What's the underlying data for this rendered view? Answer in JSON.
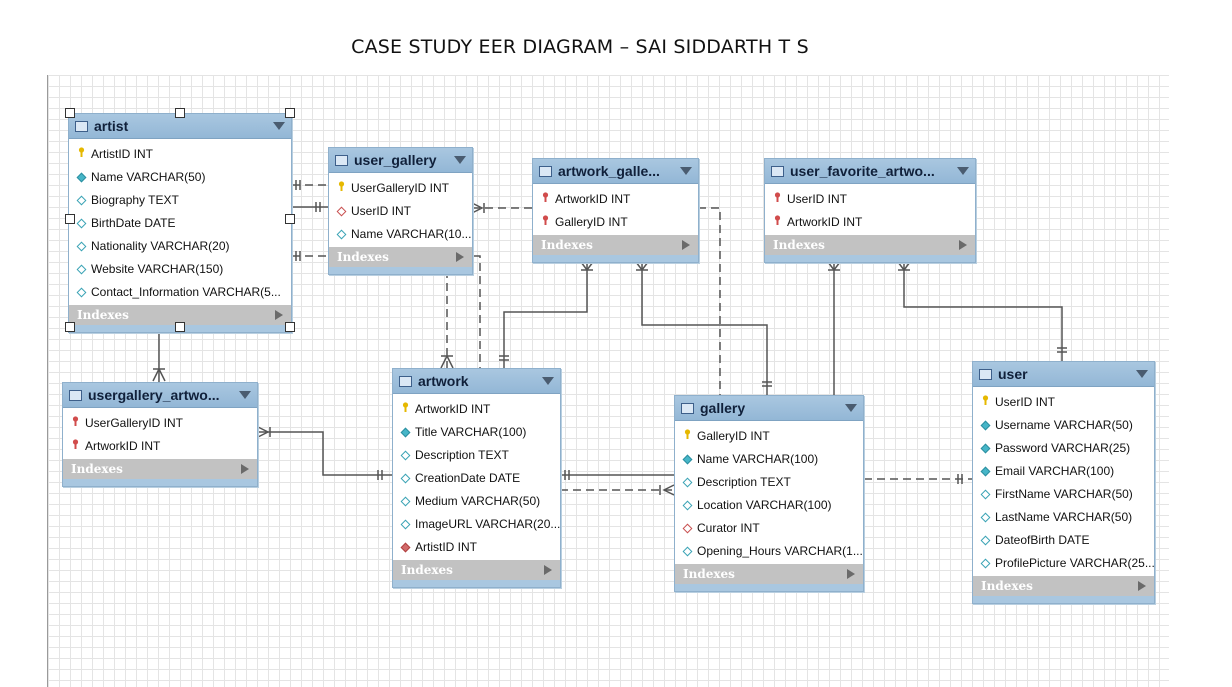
{
  "title": "CASE STUDY EER DIAGRAM – SAI SIDDARTH T S",
  "colors": {
    "header": "#9cc0dc",
    "indexes": "#c2c2c2",
    "line": "#555555"
  },
  "index_label": "Indexes",
  "tables": {
    "artist": {
      "name": "artist",
      "columns": [
        {
          "text": "ArtistID INT",
          "key": "pk"
        },
        {
          "text": "Name VARCHAR(50)",
          "key": "filled"
        },
        {
          "text": "Biography TEXT",
          "key": "empty"
        },
        {
          "text": "BirthDate DATE",
          "key": "empty"
        },
        {
          "text": "Nationality VARCHAR(20)",
          "key": "empty"
        },
        {
          "text": "Website VARCHAR(150)",
          "key": "empty"
        },
        {
          "text": "Contact_Information VARCHAR(5...",
          "key": "empty"
        }
      ]
    },
    "user_gallery": {
      "name": "user_gallery",
      "columns": [
        {
          "text": "UserGalleryID INT",
          "key": "pk"
        },
        {
          "text": "UserID INT",
          "key": "fk"
        },
        {
          "text": "Name VARCHAR(10...",
          "key": "empty"
        }
      ]
    },
    "artwork_gallery": {
      "name": "artwork_galle...",
      "columns": [
        {
          "text": "ArtworkID INT",
          "key": "pkfk"
        },
        {
          "text": "GalleryID INT",
          "key": "pkfk"
        }
      ]
    },
    "user_favorite_artwork": {
      "name": "user_favorite_artwo...",
      "columns": [
        {
          "text": "UserID INT",
          "key": "pkfk"
        },
        {
          "text": "ArtworkID INT",
          "key": "pkfk"
        }
      ]
    },
    "usergallery_artwork": {
      "name": "usergallery_artwo...",
      "columns": [
        {
          "text": "UserGalleryID INT",
          "key": "pkfk"
        },
        {
          "text": "ArtworkID INT",
          "key": "pkfk"
        }
      ]
    },
    "artwork": {
      "name": "artwork",
      "columns": [
        {
          "text": "ArtworkID INT",
          "key": "pk"
        },
        {
          "text": "Title VARCHAR(100)",
          "key": "filled"
        },
        {
          "text": "Description TEXT",
          "key": "empty"
        },
        {
          "text": "CreationDate DATE",
          "key": "empty"
        },
        {
          "text": "Medium VARCHAR(50)",
          "key": "empty"
        },
        {
          "text": "ImageURL VARCHAR(20...",
          "key": "empty"
        },
        {
          "text": "ArtistID INT",
          "key": "fkfill"
        }
      ]
    },
    "gallery": {
      "name": "gallery",
      "columns": [
        {
          "text": "GalleryID INT",
          "key": "pk"
        },
        {
          "text": "Name VARCHAR(100)",
          "key": "filled"
        },
        {
          "text": "Description TEXT",
          "key": "empty"
        },
        {
          "text": "Location VARCHAR(100)",
          "key": "empty"
        },
        {
          "text": "Curator INT",
          "key": "fk"
        },
        {
          "text": "Opening_Hours VARCHAR(1...",
          "key": "empty"
        }
      ]
    },
    "user": {
      "name": "user",
      "columns": [
        {
          "text": "UserID INT",
          "key": "pk"
        },
        {
          "text": "Username VARCHAR(50)",
          "key": "filled"
        },
        {
          "text": "Password VARCHAR(25)",
          "key": "filled"
        },
        {
          "text": "Email VARCHAR(100)",
          "key": "filled"
        },
        {
          "text": "FirstName VARCHAR(50)",
          "key": "empty"
        },
        {
          "text": "LastName VARCHAR(50)",
          "key": "empty"
        },
        {
          "text": "DateofBirth DATE",
          "key": "empty"
        },
        {
          "text": "ProfilePicture VARCHAR(25...",
          "key": "empty"
        }
      ]
    }
  }
}
